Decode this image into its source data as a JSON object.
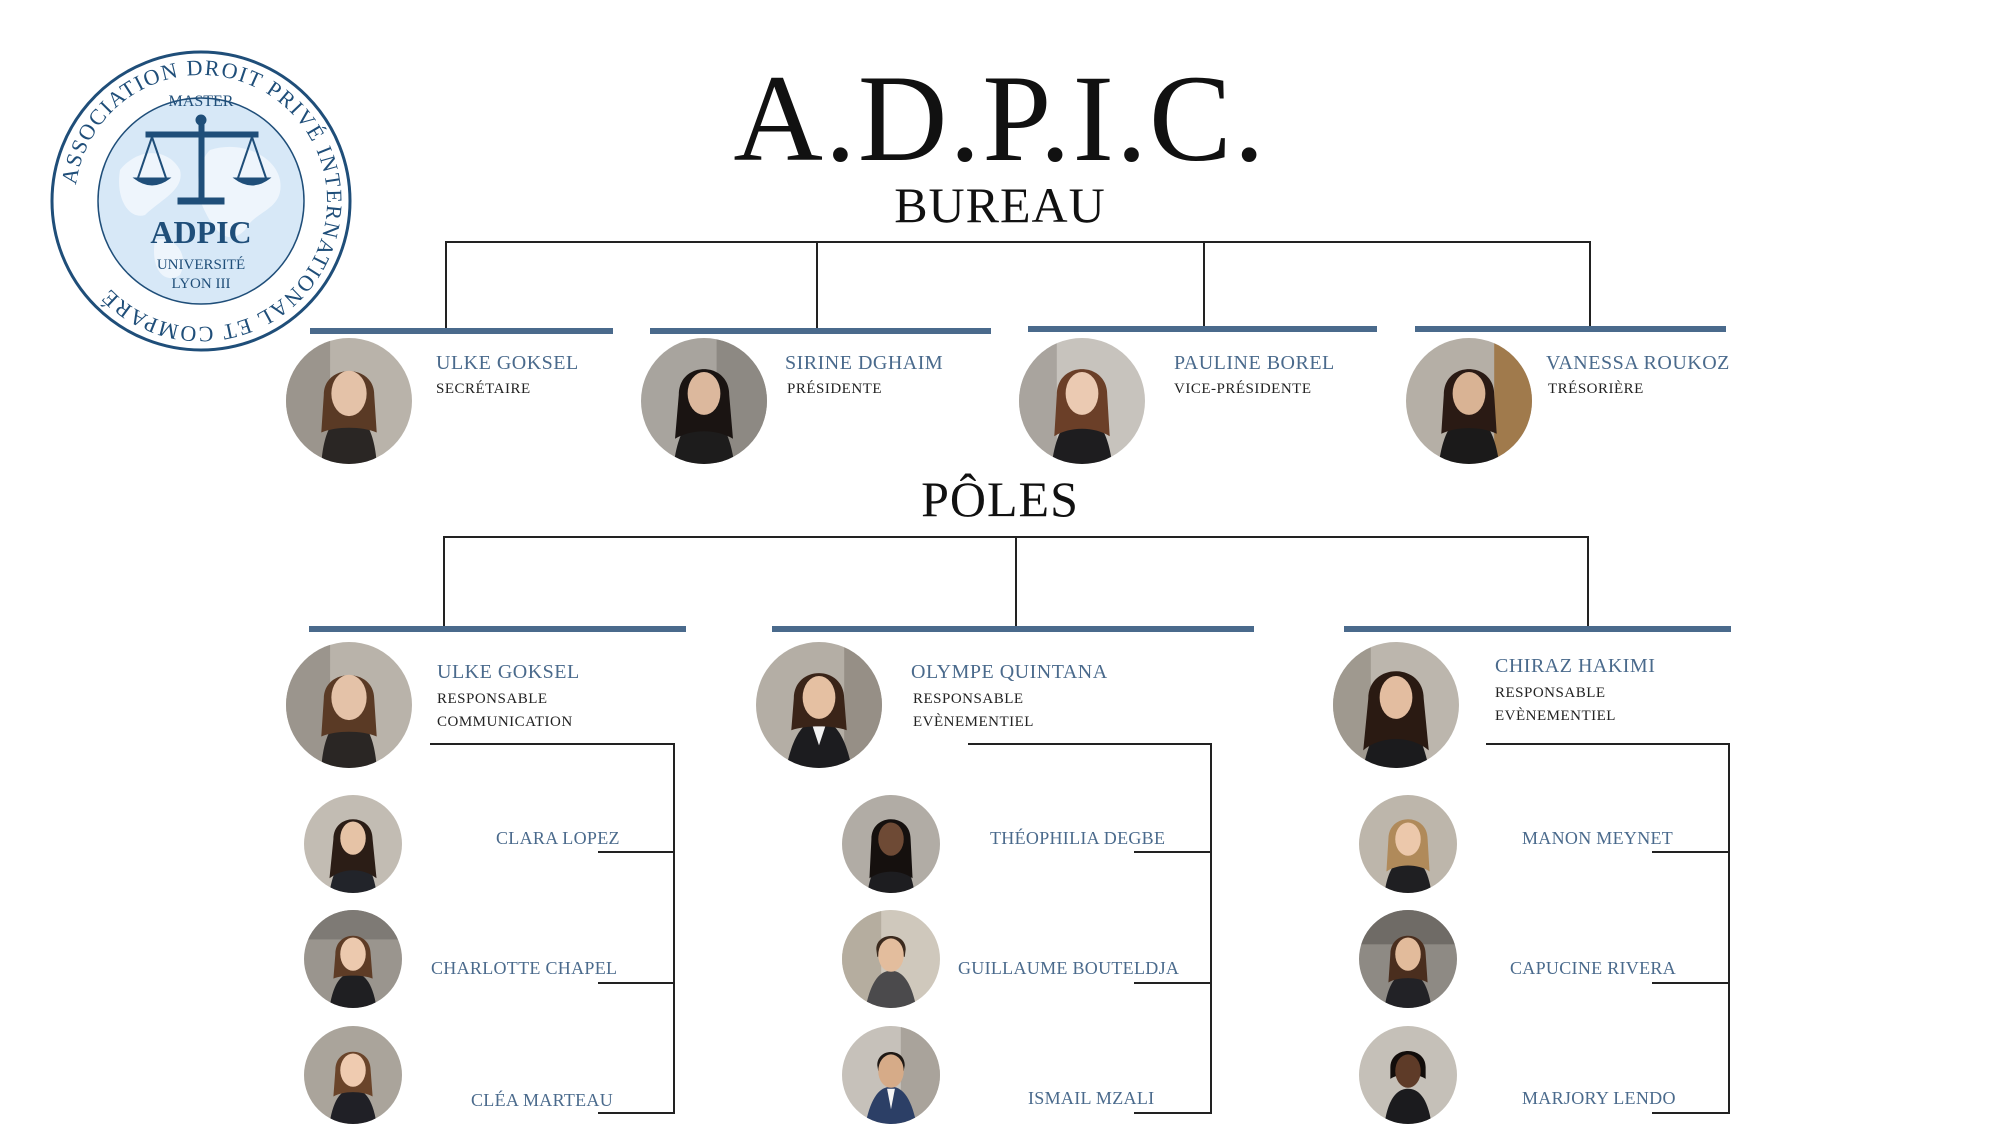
{
  "title": "A.D.P.I.C.",
  "logo": {
    "ring_text": "ASSOCIATION DROIT PRIVÉ INTERNATIONAL ET COMPARÉ",
    "top": "MASTER",
    "name": "ADPIC",
    "line1": "UNIVERSITÉ",
    "line2": "LYON III",
    "icon": "scales-of-justice-icon"
  },
  "colors": {
    "accent": "#4a6a8c",
    "logo_blue": "#1f4e79",
    "map": "#cfe3f5"
  },
  "bureau": {
    "heading": "BUREAU",
    "members": [
      {
        "name": "ULKE GOKSEL",
        "role": "SECRÉTAIRE"
      },
      {
        "name": "SIRINE DGHAIM",
        "role": "PRÉSIDENTE"
      },
      {
        "name": "PAULINE BOREL",
        "role": "VICE-PRÉSIDENTE"
      },
      {
        "name": "VANESSA ROUKOZ",
        "role": "TRÉSORIÈRE"
      }
    ]
  },
  "poles": {
    "heading": "PÔLES",
    "groups": [
      {
        "lead": "ULKE GOKSEL",
        "role1": "RESPONSABLE",
        "role2": "COMMUNICATION",
        "members": [
          "CLARA LOPEZ",
          "CHARLOTTE CHAPEL",
          "CLÉA MARTEAU"
        ]
      },
      {
        "lead": "OLYMPE QUINTANA",
        "role1": "RESPONSABLE",
        "role2": "EVÈNEMENTIEL",
        "members": [
          "THÉOPHILIA DEGBE",
          "GUILLAUME BOUTELDJA",
          "ISMAIL MZALI"
        ]
      },
      {
        "lead": "CHIRAZ HAKIMI",
        "role1": "RESPONSABLE",
        "role2": "EVÈNEMENTIEL",
        "members": [
          "MANON MEYNET",
          "CAPUCINE RIVERA",
          "MARJORY LENDO"
        ]
      }
    ]
  }
}
